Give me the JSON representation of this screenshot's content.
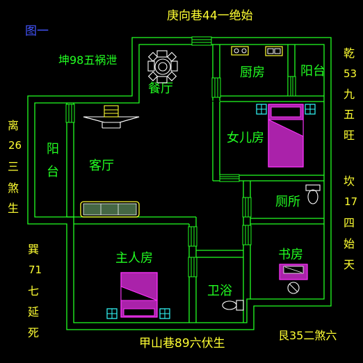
{
  "plan": {
    "figure_label": "图一",
    "title_top": "庚向巷44一绝始",
    "bottom": "甲山巷89六伏生",
    "bottom_right": "艮35二煞六",
    "top_left": "坤98五祸泄",
    "left_1": [
      "离",
      "26",
      "三",
      "煞",
      "生"
    ],
    "left_2": [
      "巽",
      "71",
      "七",
      "延",
      "死"
    ],
    "right_1": [
      "乾",
      "53",
      "九",
      "五",
      "旺"
    ],
    "right_2": [
      "坎",
      "17",
      "四",
      "始",
      "天"
    ]
  },
  "rooms": {
    "dining": "餐厅",
    "kitchen": "厨房",
    "balcony_right": "阳台",
    "daughter": "女儿房",
    "balcony_left": [
      "阳",
      "台"
    ],
    "living": "客厅",
    "toilet": "厕所",
    "master": "主人房",
    "study": "书房",
    "bath": "卫浴"
  },
  "colors": {
    "wall": "#22ff22",
    "furniture": "#ffffff",
    "accent": "#ff33ff",
    "window": "#33ffff",
    "compass": "#ffff33",
    "figure_label": "#4455ff"
  }
}
